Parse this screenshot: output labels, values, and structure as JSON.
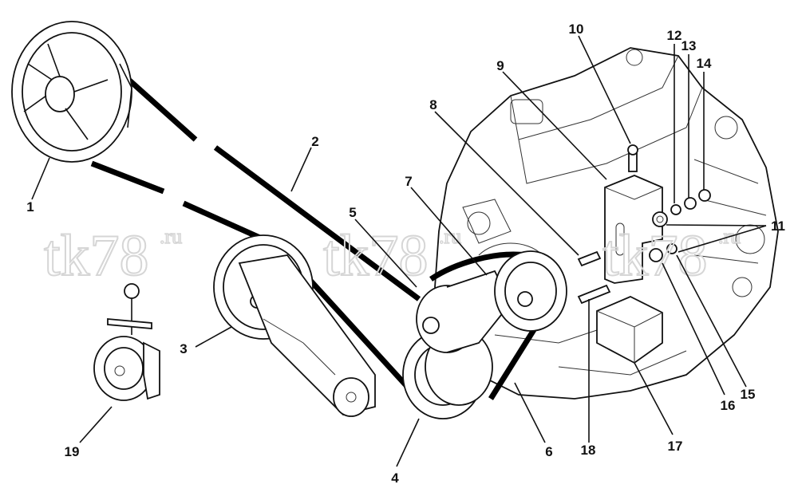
{
  "watermark": {
    "text": "tk78",
    "sup": ".ru"
  },
  "callouts": [
    "1",
    "2",
    "3",
    "4",
    "5",
    "6",
    "7",
    "8",
    "9",
    "10",
    "11",
    "12",
    "13",
    "14",
    "15",
    "16",
    "17",
    "18",
    "19"
  ]
}
